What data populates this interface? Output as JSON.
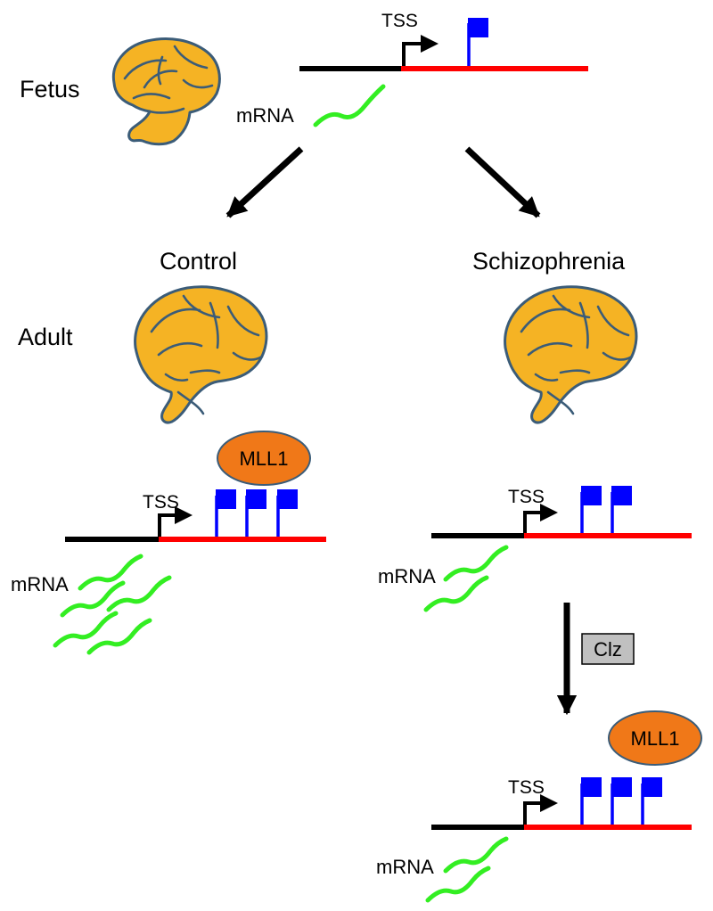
{
  "labels": {
    "fetus": "Fetus",
    "adult": "Adult",
    "control": "Control",
    "schizophrenia": "Schizophrenia"
  },
  "genes": {
    "tss": "TSS",
    "mrna": "mRNA",
    "mll1": "MLL1",
    "drug": "Clz"
  },
  "panels": {
    "fetus": {
      "flags": 1,
      "mrna_strands": 1,
      "mll1_bound": false
    },
    "control": {
      "flags": 3,
      "mrna_strands": 5,
      "mll1_bound": true
    },
    "schizophrenia": {
      "flags": 2,
      "mrna_strands": 2,
      "mll1_bound": false
    },
    "schizophrenia_clz": {
      "flags": 3,
      "mrna_strands": 2,
      "mll1_bound": true
    }
  },
  "colors": {
    "brain_fill": "#f5b324",
    "brain_outline": "#3b5c78",
    "upstream_dna": "#000000",
    "gene_body": "#ff0000",
    "methyl_flag": "#0000ff",
    "mrna": "#33ee22",
    "mll1": "#f07818",
    "drug_box": "#c0c0c0"
  }
}
